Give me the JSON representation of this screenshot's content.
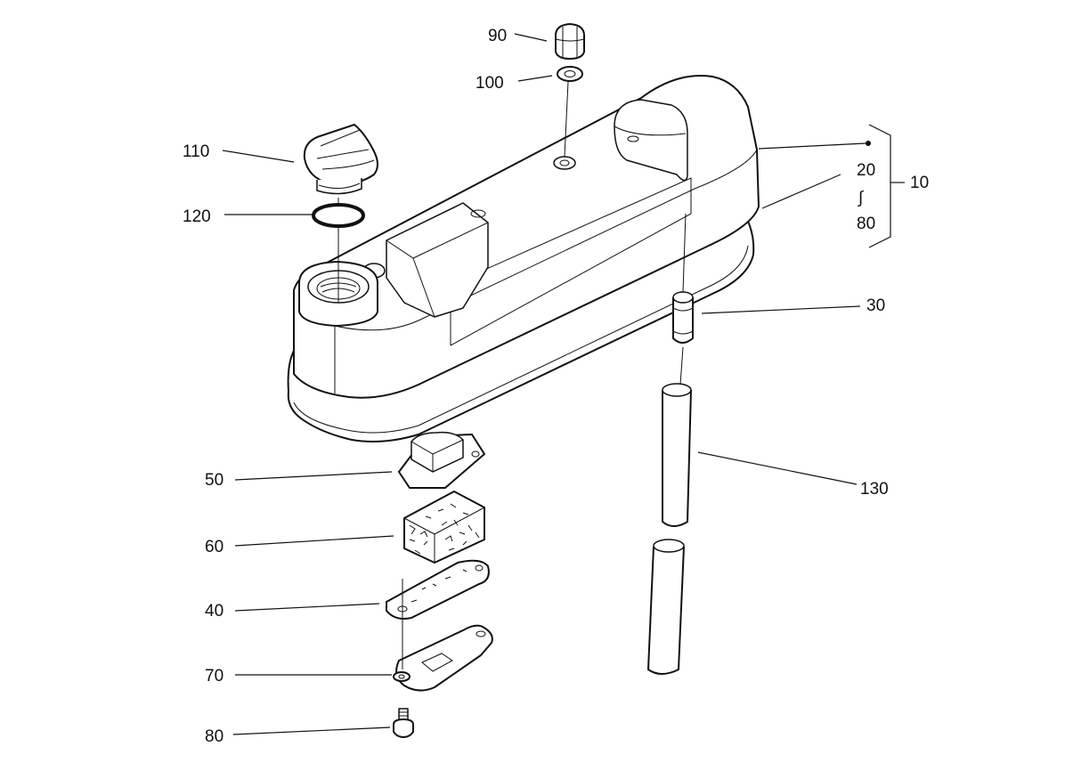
{
  "diagram": {
    "type": "exploded parts view",
    "callouts": {
      "c90": "90",
      "c100": "100",
      "c110": "110",
      "c120": "120",
      "c10": "10",
      "c20": "20",
      "c80r": "80",
      "c30": "30",
      "c130": "130",
      "c50": "50",
      "c60": "60",
      "c40": "40",
      "c70": "70",
      "c80": "80"
    },
    "range_symbol": "∫"
  }
}
